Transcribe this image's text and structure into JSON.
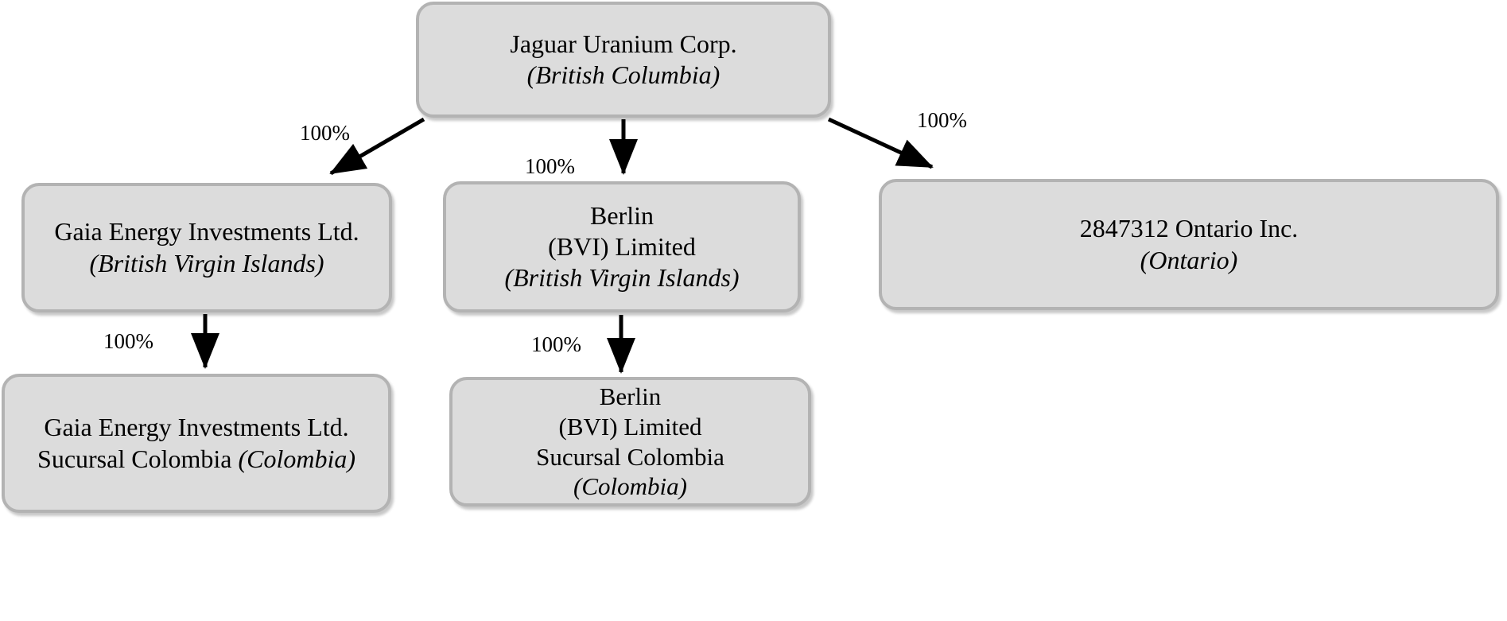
{
  "diagram": {
    "title": "Jaguar Uranium Corp. corporate structure chart",
    "type": "org-chart",
    "colors": {
      "node_fill": "#dcdcdc",
      "node_border": "#b3b3b3",
      "edge": "#000000",
      "text": "#000000",
      "background": "#ffffff"
    },
    "nodes": [
      {
        "id": "jaguar",
        "name": "Jaguar Uranium Corp.",
        "jurisdiction": "(British Columbia)",
        "lines": [
          "Jaguar Uranium Corp.",
          "(British Columbia)"
        ]
      },
      {
        "id": "gaia",
        "name": "Gaia Energy Investments Ltd.",
        "jurisdiction": "(British Virgin Islands)",
        "lines": [
          "Gaia Energy Investments Ltd.",
          "(British Virgin Islands)"
        ]
      },
      {
        "id": "berlin",
        "name": "Berlin (BVI) Limited",
        "jurisdiction": "(British Virgin Islands)",
        "lines": [
          "Berlin",
          "(BVI) Limited",
          "(British Virgin Islands)"
        ]
      },
      {
        "id": "ontario",
        "name": "2847312 Ontario Inc.",
        "jurisdiction": "(Ontario)",
        "lines": [
          "2847312 Ontario Inc.",
          "(Ontario)"
        ]
      },
      {
        "id": "gaia-sucursal",
        "name": "Gaia Energy Investments Ltd. Sucursal Colombia",
        "jurisdiction": "(Colombia)",
        "lines": [
          "Gaia Energy Investments Ltd.",
          "Sucursal Colombia (Colombia)"
        ]
      },
      {
        "id": "berlin-sucursal",
        "name": "Berlin (BVI) Limited Sucursal Colombia",
        "jurisdiction": "(Colombia)",
        "lines": [
          "Berlin",
          "(BVI) Limited",
          "Sucursal Colombia",
          "(Colombia)"
        ]
      }
    ],
    "edges": [
      {
        "id": "jaguar-gaia",
        "from": "jaguar",
        "to": "gaia",
        "label": "100%"
      },
      {
        "id": "jaguar-berlin",
        "from": "jaguar",
        "to": "berlin",
        "label": "100%"
      },
      {
        "id": "jaguar-ontario",
        "from": "jaguar",
        "to": "ontario",
        "label": "100%"
      },
      {
        "id": "gaia-gaiasuc",
        "from": "gaia",
        "to": "gaia-sucursal",
        "label": "100%"
      },
      {
        "id": "berlin-berlinsuc",
        "from": "berlin",
        "to": "berlin-sucursal",
        "label": "100%"
      }
    ]
  },
  "node_text": {
    "jaguar": {
      "l1": "Jaguar Uranium Corp.",
      "l2": "(British Columbia)"
    },
    "gaia": {
      "l1": "Gaia Energy Investments Ltd.",
      "l2": "(British Virgin Islands)"
    },
    "berlin": {
      "l1": "Berlin",
      "l2": "(BVI) Limited",
      "l3": "(British Virgin Islands)"
    },
    "ontario": {
      "l1": "2847312 Ontario Inc.",
      "l2": "(Ontario)"
    },
    "gaia_sucursal": {
      "l1": "Gaia Energy Investments Ltd.",
      "l2a": "Sucursal Colombia ",
      "l2b": "(Colombia)"
    },
    "berlin_sucursal": {
      "l1": "Berlin",
      "l2": "(BVI) Limited",
      "l3": "Sucursal Colombia",
      "l4": "(Colombia)"
    }
  },
  "edge_labels": {
    "jaguar_to_gaia": "100%",
    "jaguar_to_berlin": "100%",
    "jaguar_to_ontario": "100%",
    "gaia_to_sucursal": "100%",
    "berlin_to_sucursal": "100%"
  }
}
